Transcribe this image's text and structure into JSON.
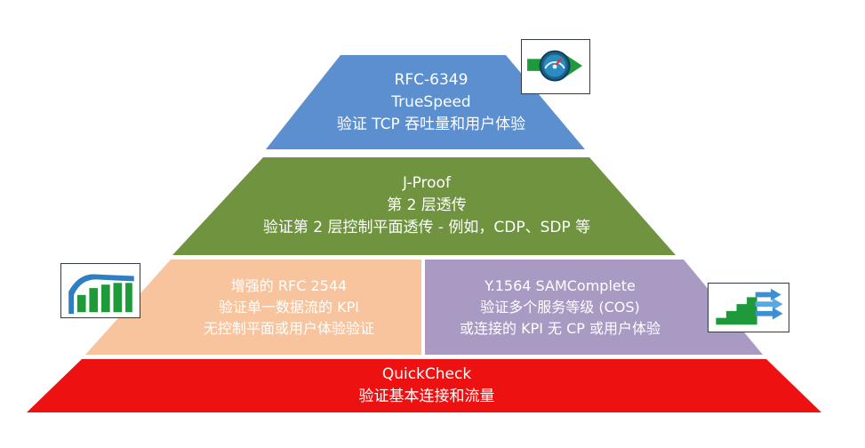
{
  "pyramid": {
    "tier1": {
      "lines": [
        "RFC-6349",
        "TrueSpeed",
        "验证 TCP 吞吐量和用户体验"
      ],
      "color": "#5b8fd0",
      "icon": "speed-gauge-arrow-icon"
    },
    "tier2": {
      "lines": [
        "J-Proof",
        "第 2 层透传",
        "验证第 2 层控制平面透传 - 例如，CDP、SDP 等"
      ],
      "color": "#6f933f"
    },
    "tier3": {
      "left": {
        "lines": [
          "增强的 RFC 2544",
          "验证单一数据流的 KPI",
          "无控制平面或用户体验验证"
        ],
        "color": "#f8c49e",
        "icon": "bar-chart-icon"
      },
      "right": {
        "lines": [
          "Y.1564 SAMComplete",
          "验证多个服务等级 (COS)",
          "或连接的 KPI 无 CP 或用户体验"
        ],
        "color": "#a99ac4",
        "icon": "stair-steps-arrows-icon"
      }
    },
    "tier4": {
      "lines": [
        "QuickCheck",
        "验证基本连接和流量"
      ],
      "color": "#ee1111"
    }
  }
}
